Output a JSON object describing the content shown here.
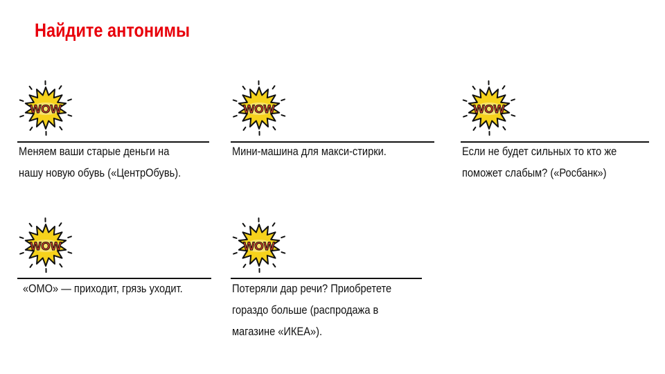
{
  "title": "Найдите антонимы",
  "icon": {
    "name": "wow-burst-icon",
    "label": "WOW",
    "fill": "#f6d21c",
    "text_color": "#e8452a"
  },
  "cards": [
    {
      "lines": [
        "Меняем ваши старые деньги на",
        "нашу новую обувь («ЦентрОбувь)."
      ]
    },
    {
      "lines": [
        "Мини-машина для макси-стирки."
      ]
    },
    {
      "lines": [
        "Если не будет сильных то кто же",
        "поможет слабым? («Росбанк»)"
      ]
    },
    {
      "lines": [
        "«ОМО» — приходит, грязь уходит."
      ]
    },
    {
      "lines": [
        "Потеряли дар речи? Приобретете",
        "гораздо больше (распродажа в",
        "магазине «ИКЕА»)."
      ]
    }
  ]
}
